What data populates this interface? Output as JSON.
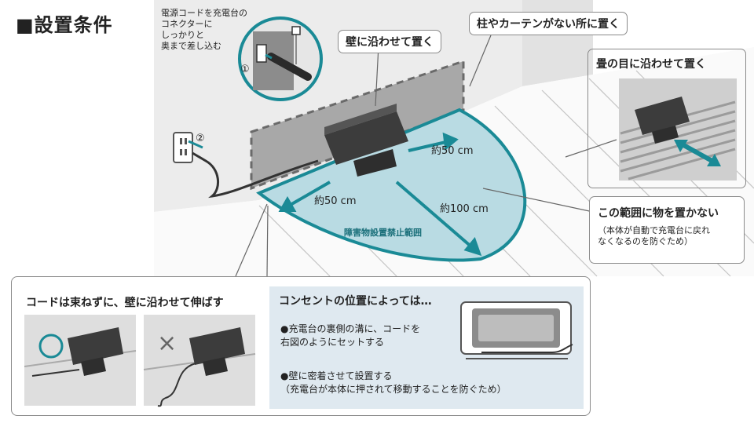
{
  "title": "■設置条件",
  "connector_note": [
    "電源コードを充電台の",
    "コネクターに",
    "しっかりと",
    "奥まで差し込む"
  ],
  "step1": "①",
  "step2": "②",
  "callouts": {
    "along_wall": "壁に沿わせて置く",
    "no_pillar": "柱やカーテンがない所に置く",
    "tatami": "畳の目に沿わせて置く",
    "no_objects": "この範囲に物を置かない",
    "no_objects_note": [
      "（本体が自動で充電台に戻れ",
      "なくなるのを防ぐため）"
    ]
  },
  "measurements": {
    "right": "約50 cm",
    "left": "約50 cm",
    "front": "約100 cm",
    "zone": "障害物設置禁止範囲"
  },
  "cord_section": {
    "title": "コードは束ねずに、壁に沿わせて伸ばす",
    "ok_mark": "○",
    "ng_mark": "×"
  },
  "outlet_section": {
    "title": "コンセントの位置によっては…",
    "item1": [
      "●充電台の裏側の溝に、コードを",
      "右図のようにセットする"
    ],
    "item2": [
      "●壁に密着させて設置する",
      "（充電台が本体に押されて移動することを防ぐため）"
    ]
  },
  "colors": {
    "teal": "#1a8a96",
    "zone_fill": "#b9dbe3",
    "wall": "#ececec",
    "floor_line": "#bdbdbd",
    "dock": "#3c3c3c"
  }
}
